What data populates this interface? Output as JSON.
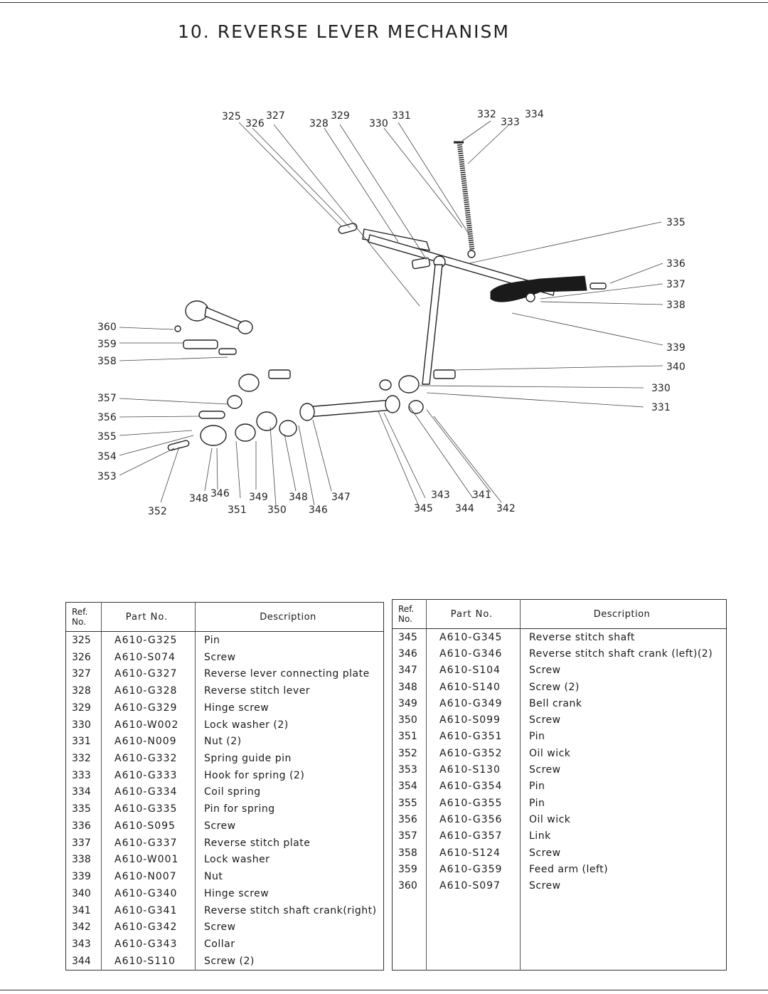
{
  "title": "10. REVERSE LEVER MECHANISM",
  "callouts": [
    "325",
    "326",
    "327",
    "328",
    "329",
    "330",
    "331",
    "332",
    "333",
    "334",
    "335",
    "336",
    "337",
    "338",
    "339",
    "340",
    "330",
    "331",
    "360",
    "359",
    "358",
    "357",
    "356",
    "355",
    "354",
    "353",
    "352",
    "348",
    "346",
    "349",
    "351",
    "348",
    "350",
    "346",
    "347",
    "343",
    "345",
    "341",
    "344",
    "342"
  ],
  "table_headers": {
    "ref": "Ref. No.",
    "part": "Part No.",
    "desc": "Description"
  },
  "left_table": [
    {
      "ref": "325",
      "part": "A610-G325",
      "desc": "Pin"
    },
    {
      "ref": "326",
      "part": "A610-S074",
      "desc": "Screw"
    },
    {
      "ref": "327",
      "part": "A610-G327",
      "desc": "Reverse lever connecting plate"
    },
    {
      "ref": "328",
      "part": "A610-G328",
      "desc": "Reverse stitch lever"
    },
    {
      "ref": "329",
      "part": "A610-G329",
      "desc": "Hinge screw"
    },
    {
      "ref": "330",
      "part": "A610-W002",
      "desc": "Lock washer (2)"
    },
    {
      "ref": "331",
      "part": "A610-N009",
      "desc": "Nut (2)"
    },
    {
      "ref": "332",
      "part": "A610-G332",
      "desc": "Spring guide pin"
    },
    {
      "ref": "333",
      "part": "A610-G333",
      "desc": "Hook for spring (2)"
    },
    {
      "ref": "334",
      "part": "A610-G334",
      "desc": "Coil spring"
    },
    {
      "ref": "335",
      "part": "A610-G335",
      "desc": "Pin for spring"
    },
    {
      "ref": "336",
      "part": "A610-S095",
      "desc": "Screw"
    },
    {
      "ref": "337",
      "part": "A610-G337",
      "desc": "Reverse stitch plate"
    },
    {
      "ref": "338",
      "part": "A610-W001",
      "desc": "Lock washer"
    },
    {
      "ref": "339",
      "part": "A610-N007",
      "desc": "Nut"
    },
    {
      "ref": "340",
      "part": "A610-G340",
      "desc": "Hinge screw"
    },
    {
      "ref": "341",
      "part": "A610-G341",
      "desc": "Reverse stitch shaft crank(right)"
    },
    {
      "ref": "342",
      "part": "A610-G342",
      "desc": "Screw"
    },
    {
      "ref": "343",
      "part": "A610-G343",
      "desc": "Collar"
    },
    {
      "ref": "344",
      "part": "A610-S110",
      "desc": "Screw (2)"
    }
  ],
  "right_table": [
    {
      "ref": "345",
      "part": "A610-G345",
      "desc": "Reverse stitch shaft"
    },
    {
      "ref": "346",
      "part": "A610-G346",
      "desc": "Reverse stitch shaft crank (left)(2)"
    },
    {
      "ref": "347",
      "part": "A610-S104",
      "desc": "Screw"
    },
    {
      "ref": "348",
      "part": "A610-S140",
      "desc": "Screw (2)"
    },
    {
      "ref": "349",
      "part": "A610-G349",
      "desc": "Bell crank"
    },
    {
      "ref": "350",
      "part": "A610-S099",
      "desc": "Screw"
    },
    {
      "ref": "351",
      "part": "A610-G351",
      "desc": "Pin"
    },
    {
      "ref": "352",
      "part": "A610-G352",
      "desc": "Oil wick"
    },
    {
      "ref": "353",
      "part": "A610-S130",
      "desc": "Screw"
    },
    {
      "ref": "354",
      "part": "A610-G354",
      "desc": "Pin"
    },
    {
      "ref": "355",
      "part": "A610-G355",
      "desc": "Pin"
    },
    {
      "ref": "356",
      "part": "A610-G356",
      "desc": "Oil wick"
    },
    {
      "ref": "357",
      "part": "A610-G357",
      "desc": "Link"
    },
    {
      "ref": "358",
      "part": "A610-S124",
      "desc": "Screw"
    },
    {
      "ref": "359",
      "part": "A610-G359",
      "desc": "Feed arm (left)"
    },
    {
      "ref": "360",
      "part": "A610-S097",
      "desc": "Screw"
    }
  ]
}
